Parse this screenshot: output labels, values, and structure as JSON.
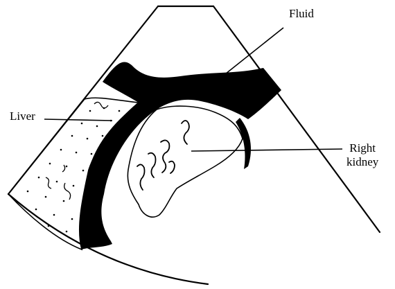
{
  "labels": {
    "fluid": "Fluid",
    "liver": "Liver",
    "right_kidney_line1": "Right",
    "right_kidney_line2": "kidney"
  },
  "colors": {
    "ink": "#000000",
    "background": "#ffffff"
  }
}
